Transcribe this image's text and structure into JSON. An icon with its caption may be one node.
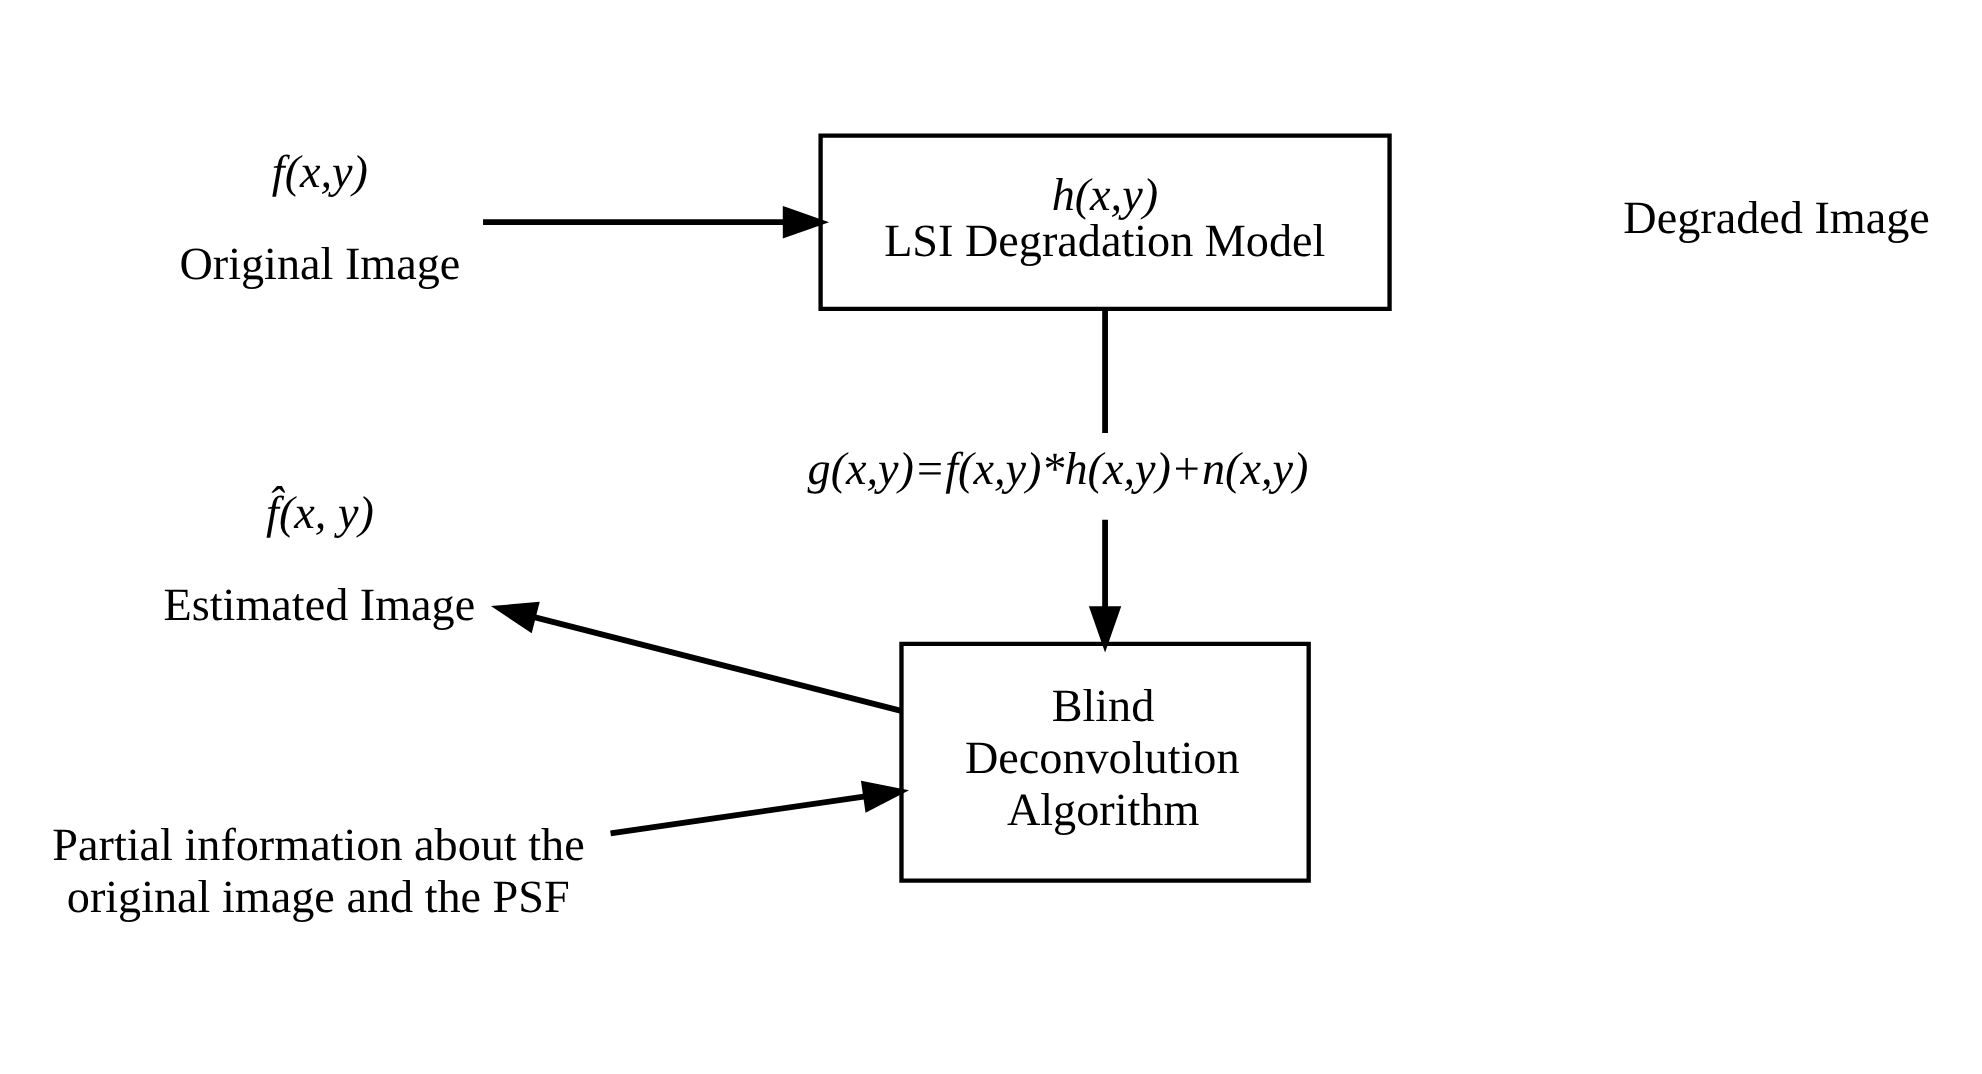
{
  "diagram": {
    "nodes": [
      {
        "text": [
          "f(x,y)",
          "Original Image"
        ]
      },
      {
        "text": [
          "h(x,y)",
          "LSI Degradation Model"
        ]
      },
      {
        "text": [
          "Blind Deconvolution Algorithm"
        ]
      },
      {
        "text": [
          "f̂(x, y)",
          "Estimated Image"
        ]
      },
      {
        "text": [
          "Partial information about the original image and the PSF"
        ]
      }
    ],
    "edges": [
      {
        "from": 0,
        "to": 1,
        "arrow": "to"
      },
      {
        "from": 1,
        "to": 2,
        "arrow": "to",
        "label": "g(x,y)=f(x,y)*h(x,y)+n(x,y)"
      },
      {
        "from": 2,
        "to": 3,
        "arrow": "to"
      },
      {
        "from": 4,
        "to": 2,
        "arrow": "to"
      }
    ],
    "labels": [
      "Degraded Image"
    ]
  }
}
